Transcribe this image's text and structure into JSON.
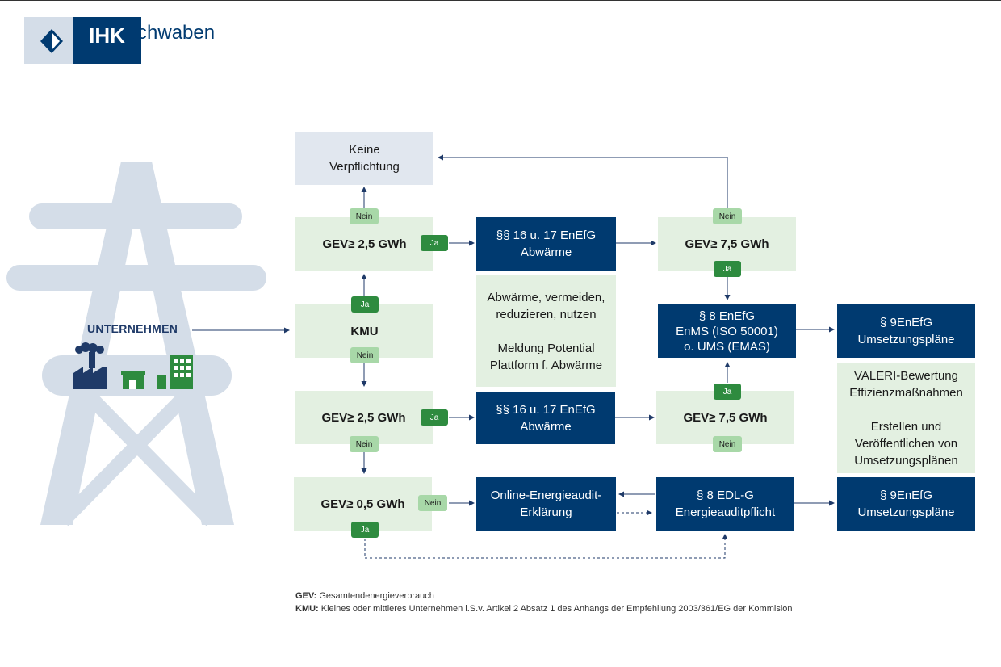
{
  "logo": {
    "brand": "IHK",
    "region": "Schwaben"
  },
  "company_label": "UNTERNEHMEN",
  "nodes": {
    "keine": "Keine\nVerpflichtung",
    "gev25_top": "GEV≥ 2,5 GWh",
    "kmu": "KMU",
    "gev25_mid": "GEV≥ 2,5 GWh",
    "gev05": "GEV≥ 0,5 GWh",
    "abw_top": "§§ 16 u. 17 EnEfG\nAbwärme",
    "abw_info": "Abwärme, vermeiden,\nreduzieren, nutzen\n\nMeldung Potential\nPlattform f. Abwärme",
    "abw_mid": "§§ 16 u. 17 EnEfG\nAbwärme",
    "online_audit": "Online-Energieaudit-\nErklärung",
    "gev75_top": "GEV≥ 7,5 GWh",
    "enms": "§ 8 EnEfG\nEnMS (ISO 50001)\no. UMS (EMAS)",
    "gev75_mid": "GEV≥ 7,5 GWh",
    "edlg": "§ 8 EDL-G\nEnergieauditpflicht",
    "plan_top": "§ 9EnEfG\nUmsetzungspläne",
    "valeri": "VALERI-Bewertung\nEffizienzmaßnahmen\n\nErstellen und\nVeröffentlichen von\nUmsetzungsplänen",
    "plan_bottom": "§ 9EnEfG\nUmsetzungspläne"
  },
  "tags": {
    "yes": "Ja",
    "no": "Nein"
  },
  "footnotes": {
    "gev_key": "GEV:",
    "gev_text": " Gesamtendenergieverbrauch",
    "kmu_key": "KMU:",
    "kmu_text": " Kleines oder mittleres Unternehmen i.S.v. Artikel 2 Absatz 1 des Anhangs der Empfehllung 2003/361/EG der Kommision"
  },
  "colors": {
    "dark_blue": "#003a70",
    "light_green": "#e3f0e1",
    "light_blue": "#e1e7ef",
    "yes_green": "#2e8b3f",
    "no_green": "#a8d8a8",
    "watermark": "#d4dde8",
    "icon_navy": "#1f3a68",
    "icon_green": "#2e8b3f"
  }
}
